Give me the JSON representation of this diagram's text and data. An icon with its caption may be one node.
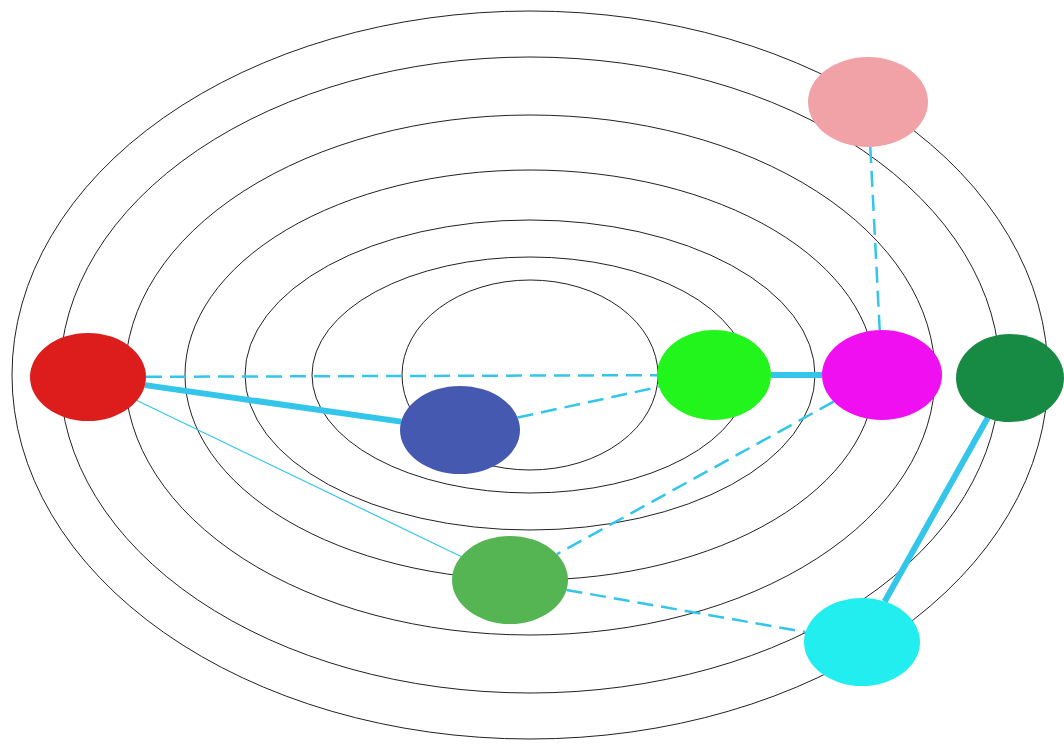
{
  "diagram": {
    "nodes": [
      {
        "text": [],
        "shape": "ellipse"
      },
      {
        "text": [],
        "shape": "ellipse"
      },
      {
        "text": [],
        "shape": "ellipse"
      },
      {
        "text": [],
        "shape": "ellipse"
      },
      {
        "text": [],
        "shape": "ellipse"
      },
      {
        "text": [],
        "shape": "ellipse"
      },
      {
        "text": [],
        "shape": "ellipse"
      },
      {
        "text": [],
        "shape": "ellipse"
      }
    ],
    "edges": [
      {
        "from": 0,
        "to": 2,
        "arrow": "none",
        "style": "dashed"
      },
      {
        "from": 0,
        "to": 1,
        "arrow": "none",
        "style": "thick"
      },
      {
        "from": 0,
        "to": 6,
        "arrow": "none"
      },
      {
        "from": 1,
        "to": 2,
        "arrow": "none",
        "style": "dashed"
      },
      {
        "from": 2,
        "to": 3,
        "arrow": "none",
        "style": "thick"
      },
      {
        "from": 5,
        "to": 3,
        "arrow": "none",
        "style": "dashed"
      },
      {
        "from": 3,
        "to": 6,
        "arrow": "none",
        "style": "dashed"
      },
      {
        "from": 6,
        "to": 7,
        "arrow": "none",
        "style": "dashed"
      },
      {
        "from": 4,
        "to": 7,
        "arrow": "none",
        "style": "thick"
      }
    ]
  }
}
